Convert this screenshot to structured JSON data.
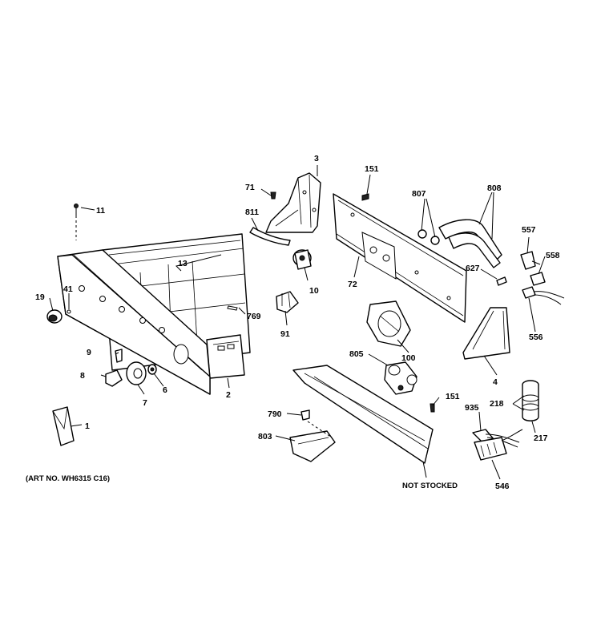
{
  "callouts": {
    "c1": "1",
    "c2": "2",
    "c3": "3",
    "c4": "4",
    "c6": "6",
    "c7": "7",
    "c8": "8",
    "c9": "9",
    "c10": "10",
    "c11": "11",
    "c13": "13",
    "c19": "19",
    "c41": "41",
    "c71": "71",
    "c72": "72",
    "c91": "91",
    "c100": "100",
    "c151a": "151",
    "c151b": "151",
    "c217": "217",
    "c218": "218",
    "c546": "546",
    "c556": "556",
    "c557": "557",
    "c558": "558",
    "c627": "627",
    "c769": "769",
    "c790": "790",
    "c803": "803",
    "c805": "805",
    "c807": "807",
    "c808": "808",
    "c811": "811",
    "c935": "935"
  },
  "notes": {
    "art_no": "(ART NO. WH6315 C16)",
    "not_stocked": "NOT STOCKED"
  }
}
